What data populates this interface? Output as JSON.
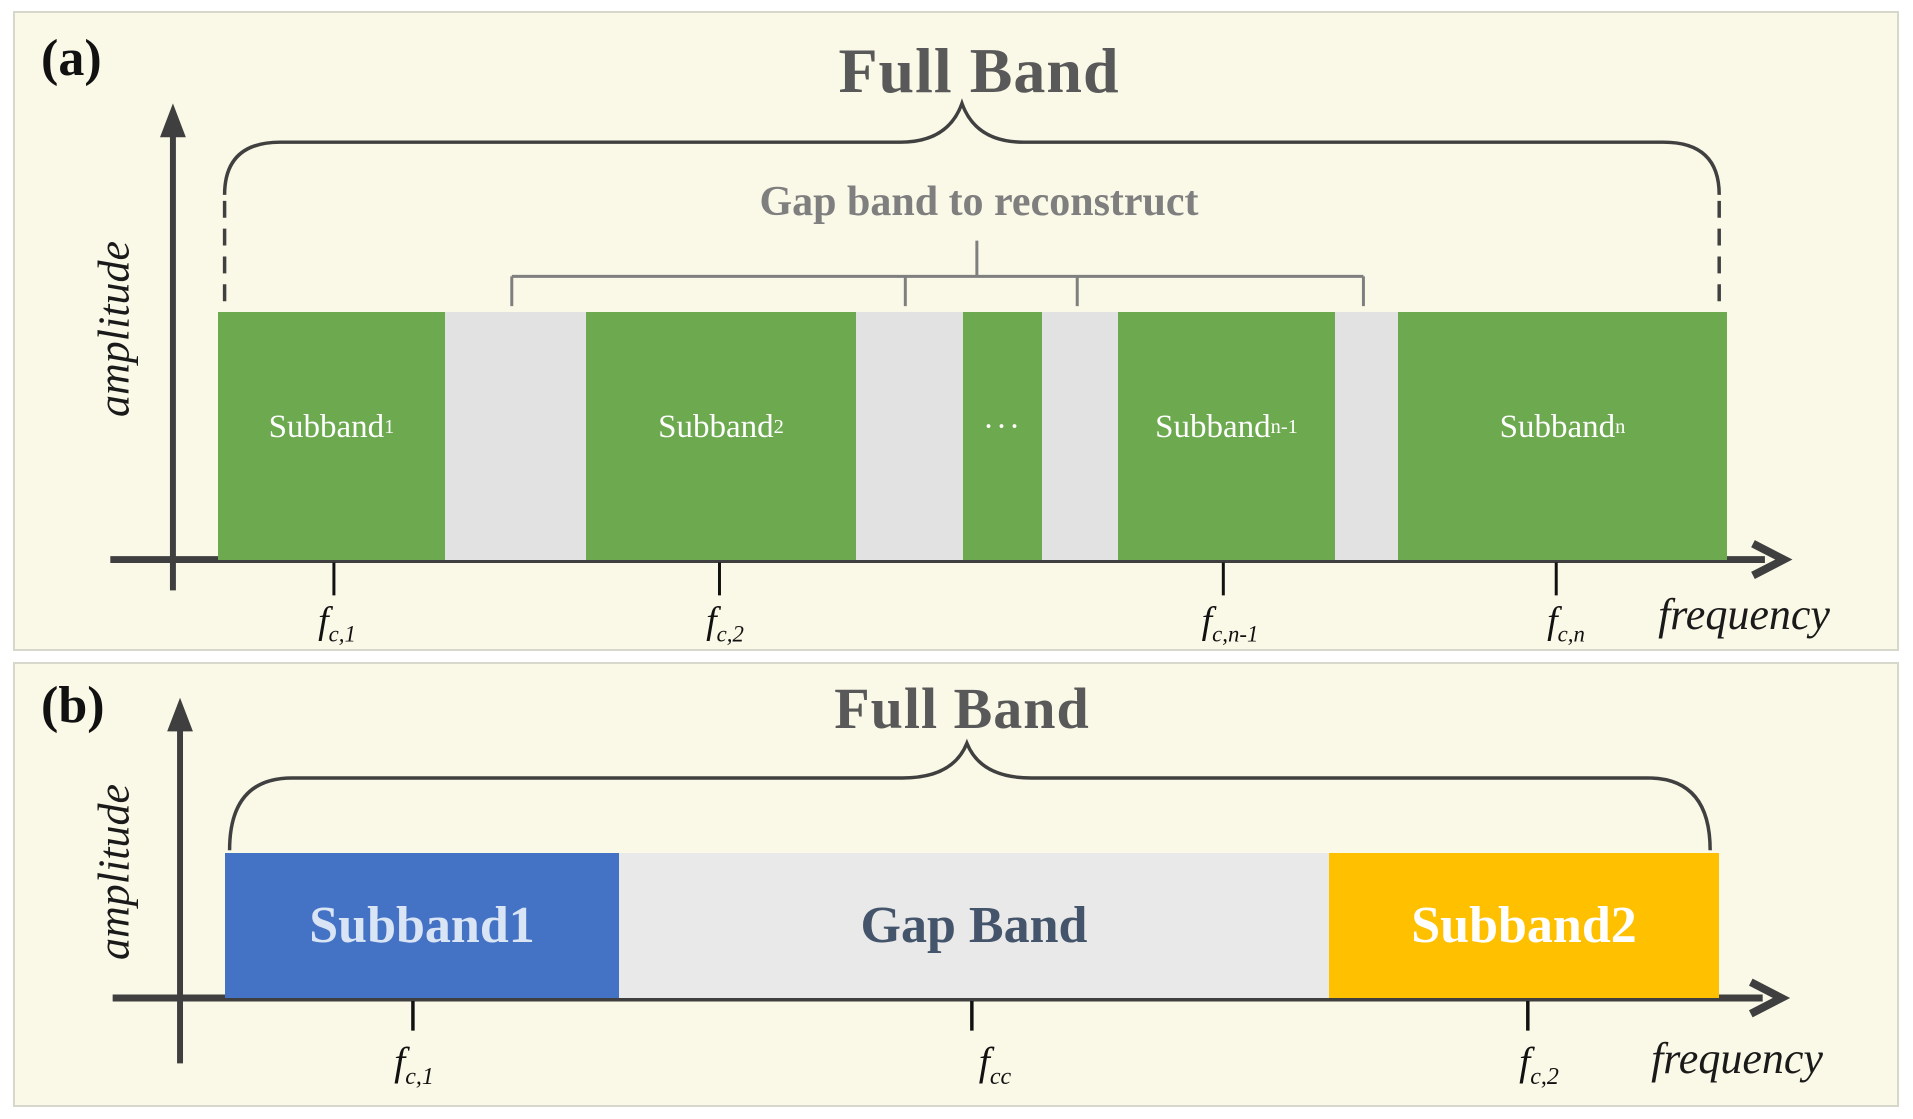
{
  "panel_a": {
    "label": "(a)",
    "title": "Full Band",
    "y_axis_label": "amplitude",
    "x_axis_label": "frequency",
    "gap_annotation": "Gap band to reconstruct",
    "subbands": [
      {
        "label": "Subband",
        "subscript": "1"
      },
      {
        "label": "Subband",
        "subscript": "2"
      },
      {
        "label": "···"
      },
      {
        "label": "Subband",
        "subscript": "n-1"
      },
      {
        "label": "Subband",
        "subscript": "n"
      }
    ],
    "ticks": [
      {
        "symbol": "f",
        "subscript": "c,1"
      },
      {
        "symbol": "f",
        "subscript": "c,2"
      },
      {
        "symbol": "f",
        "subscript": "c,n-1"
      },
      {
        "symbol": "f",
        "subscript": "c,n"
      }
    ]
  },
  "panel_b": {
    "label": "(b)",
    "title": "Full Band",
    "y_axis_label": "amplitude",
    "x_axis_label": "frequency",
    "bands": [
      {
        "label": "Subband1"
      },
      {
        "label": "Gap Band"
      },
      {
        "label": "Subband2"
      }
    ],
    "ticks": [
      {
        "symbol": "f",
        "subscript": "c,1"
      },
      {
        "symbol": "f",
        "subscript": "cc"
      },
      {
        "symbol": "f",
        "subscript": "c,2"
      }
    ]
  },
  "colors": {
    "background_card": "#FAF8E6",
    "subband_green": "#6CA94F",
    "gap_gray_a": "#E2E2E2",
    "subband1_blue": "#4472C4",
    "gap_gray_b": "#E9E9E9",
    "subband2_yellow": "#FFC000",
    "title_gray": "#595959",
    "gap_annotation_gray": "#7F7F7F",
    "gap_band_text": "#44546A",
    "axis_dark": "#3F3F3F"
  }
}
